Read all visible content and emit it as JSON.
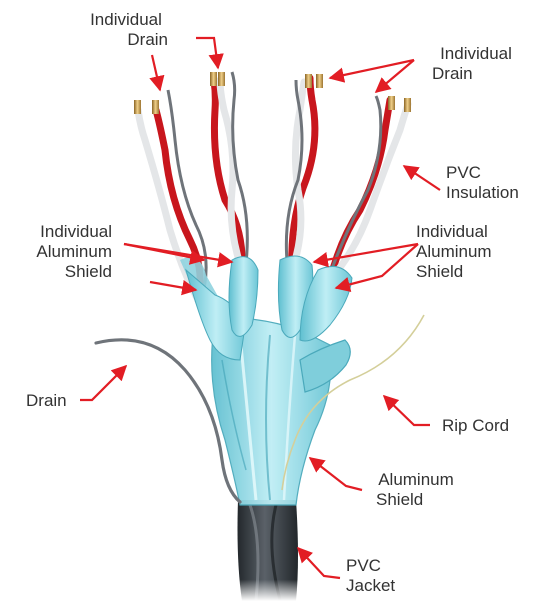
{
  "colors": {
    "arrow": "#e21d24",
    "label_text": "#333333",
    "jacket": "#3d4348",
    "shield_foil": "#8fd3df",
    "conductor_red": "#c8161d",
    "conductor_white": "#e4e6e8",
    "drain_wire": "#6f747a",
    "copper": "#c9a052",
    "rip_cord": "#d4cf9a"
  },
  "icons": [
    "cable-cutaway-illustration",
    "arrow"
  ],
  "labels": {
    "individual_drain_left": [
      "Individual",
      "Drain"
    ],
    "individual_drain_right": [
      "Individual",
      "Drain"
    ],
    "pvc_insulation": [
      "PVC",
      "Insulation"
    ],
    "individual_shield_left": [
      "Individual",
      "Aluminum",
      "Shield"
    ],
    "individual_shield_right": [
      "Individual",
      "Aluminum",
      "Shield"
    ],
    "drain": "Drain",
    "rip_cord": "Rip Cord",
    "aluminum_shield": [
      "Aluminum",
      "Shield"
    ],
    "pvc_jacket": [
      "PVC",
      "Jacket"
    ]
  }
}
